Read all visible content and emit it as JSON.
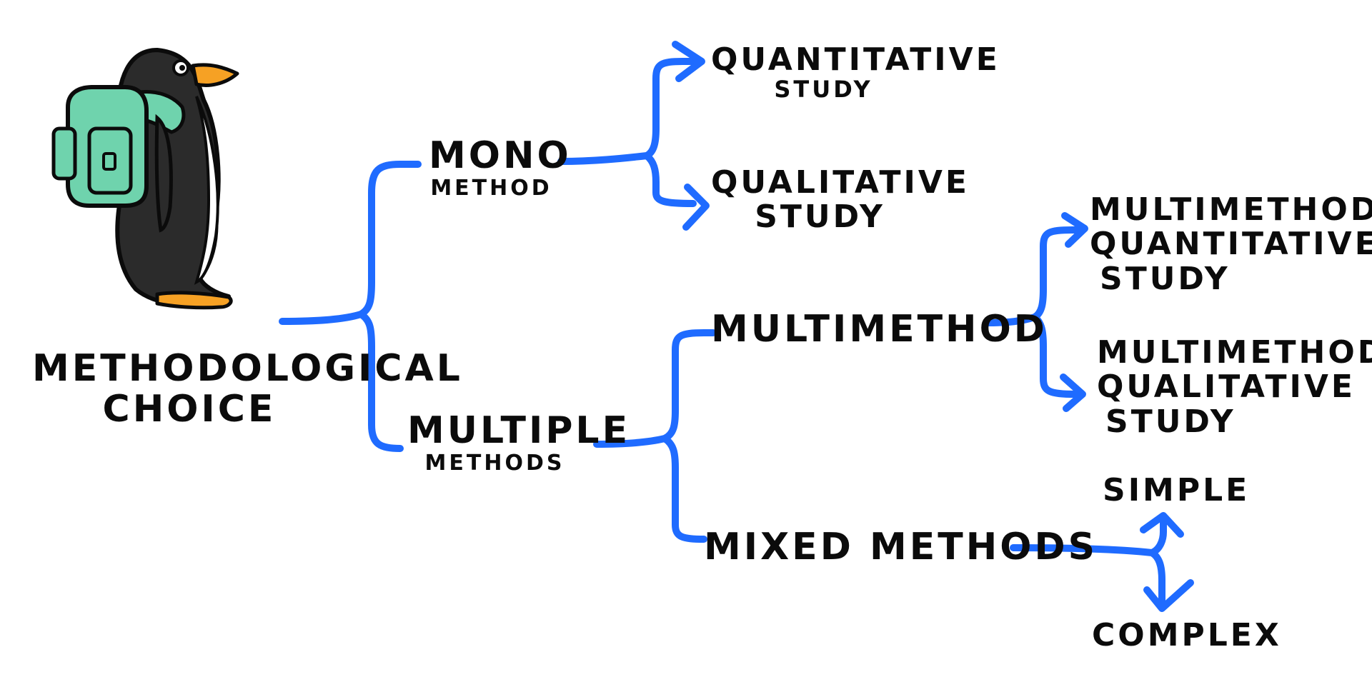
{
  "colors": {
    "connector": "#1f6bff",
    "ink": "#0b0b0b",
    "backpack": "#6fd3ad",
    "beak": "#f6a124"
  },
  "illustration": {
    "icon": "penguin-with-backpack-icon"
  },
  "root": {
    "line1": "METHODOLOGICAL",
    "line2": "CHOICE"
  },
  "mono": {
    "line1": "MONO",
    "line2": "METHOD"
  },
  "multiple": {
    "line1": "MULTIPLE",
    "line2": "METHODS"
  },
  "quantitative": {
    "line1": "QUANTITATIVE",
    "line2": "STUDY"
  },
  "qualitative": {
    "line1": "QUALITATIVE",
    "line2": "STUDY"
  },
  "multimethod": {
    "label": "MULTIMETHOD"
  },
  "mixed": {
    "label": "MIXED METHODS"
  },
  "mm_quant": {
    "line1": "MULTIMETHOD",
    "line2": "QUANTITATIVE",
    "line3": "STUDY"
  },
  "mm_qual": {
    "line1": "MULTIMETHOD",
    "line2": "QUALITATIVE",
    "line3": "STUDY"
  },
  "simple": {
    "label": "SIMPLE"
  },
  "complex": {
    "label": "COMPLEX"
  }
}
